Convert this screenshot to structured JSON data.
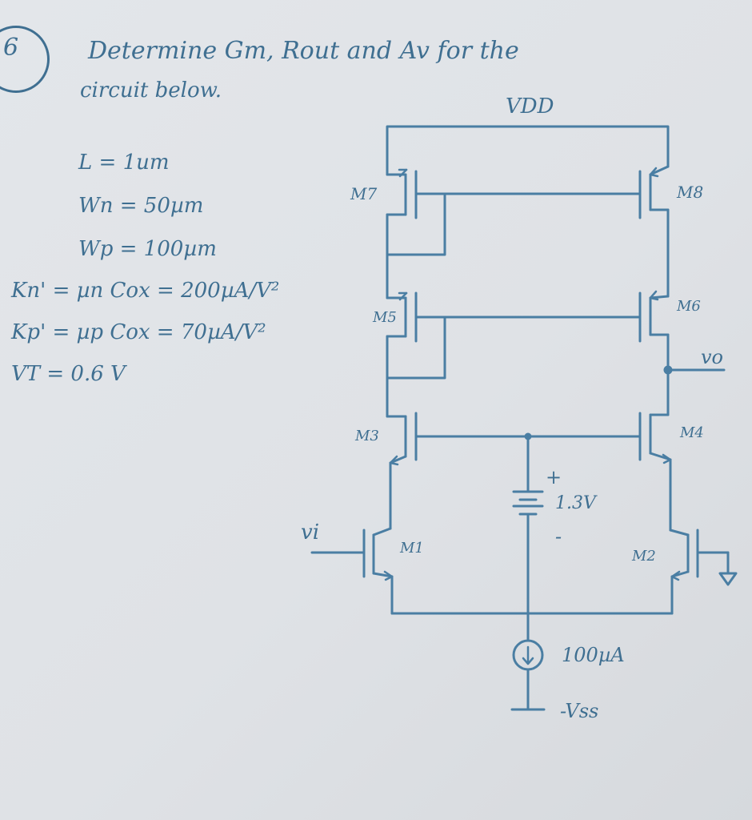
{
  "problem": {
    "number": "6",
    "title_line1": "Determine Gm, Rout and Av for the",
    "title_line2": "circuit below."
  },
  "parameters": [
    "L = 1um",
    "Wn = 50µm",
    "Wp = 100µm",
    "Kn' = µn Cox = 200µA/V²",
    "Kp' = µp Cox = 70µA/V²",
    "VT = 0.6 V"
  ],
  "labels": {
    "vdd": "VDD",
    "vss": "-Vss",
    "m1": "M1",
    "m2": "M2",
    "m3": "M3",
    "m4": "M4",
    "m5": "M5",
    "m6": "M6",
    "m7": "M7",
    "m8": "M8",
    "vi": "vi",
    "vo": "vo",
    "battery": "1.3V",
    "plus": "+",
    "minus": "-",
    "current": "100µA"
  }
}
